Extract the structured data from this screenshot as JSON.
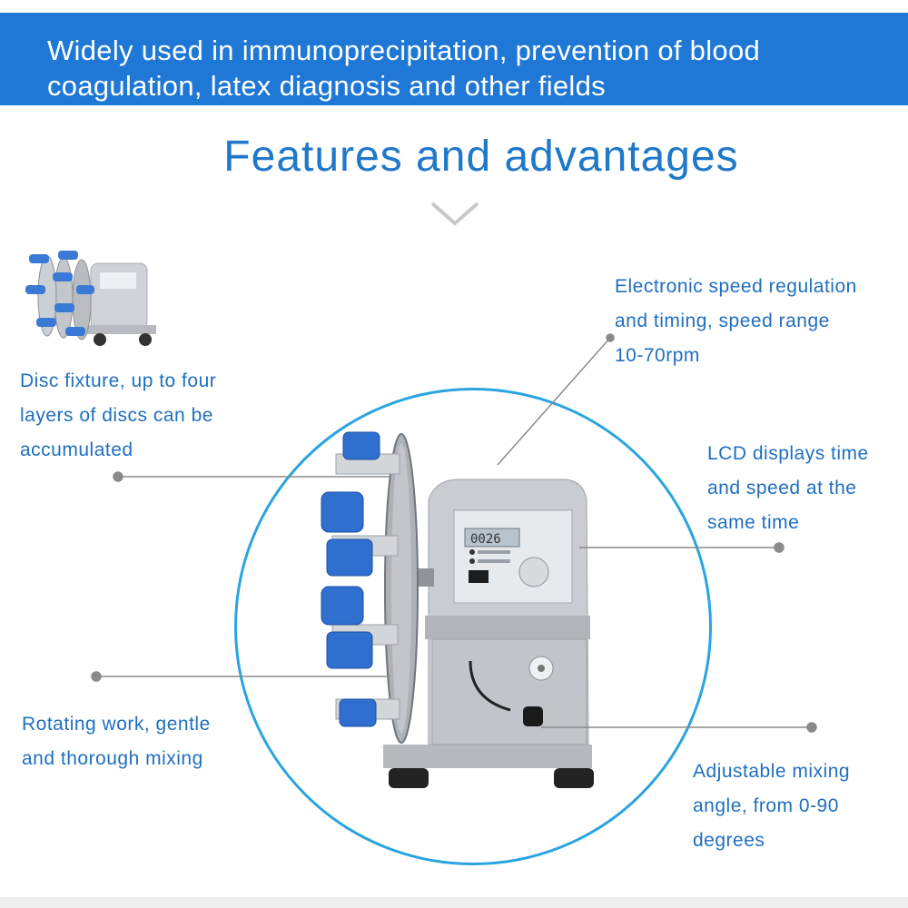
{
  "banner": {
    "line1": "Widely used in immunoprecipitation, prevention of blood",
    "line2": "coagulation, latex diagnosis and other fields"
  },
  "title": "Features and advantages",
  "callouts": {
    "speed": [
      "Electronic speed regulation",
      "and timing, speed range",
      "10-70rpm"
    ],
    "disc": [
      "Disc fixture, up to four",
      "layers of discs can be",
      "accumulated"
    ],
    "lcd": [
      "LCD displays time",
      "and speed at the",
      "same time"
    ],
    "rotating": [
      "Rotating work, gentle",
      "and thorough mixing"
    ],
    "angle": [
      "Adjustable mixing",
      "angle, from 0-90",
      "degrees"
    ]
  },
  "device": {
    "lcd_reading": "0026"
  },
  "colors": {
    "banner": "#1f77d6",
    "title": "#1f78c8",
    "callout_text": "#1f6fc0",
    "circle": "#2aa4e0",
    "tube_blue": "#2f6fd0"
  }
}
